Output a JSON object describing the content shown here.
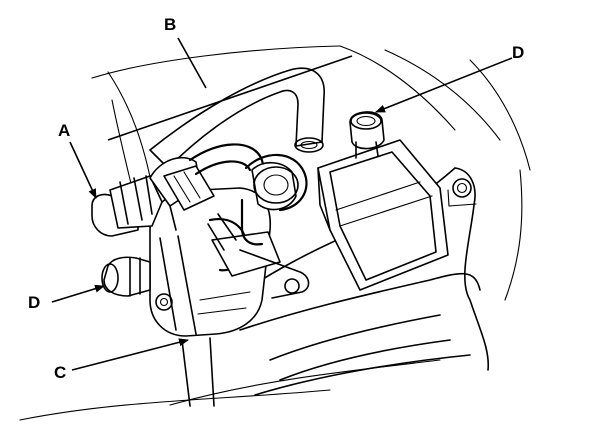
{
  "diagram": {
    "callouts": [
      {
        "id": "A",
        "label": "A"
      },
      {
        "id": "B",
        "label": "B"
      },
      {
        "id": "C",
        "label": "C"
      },
      {
        "id": "D_upper",
        "label": "D"
      },
      {
        "id": "D_lower",
        "label": "D"
      }
    ],
    "colors": {
      "line": "#000000",
      "background": "#ffffff"
    }
  }
}
